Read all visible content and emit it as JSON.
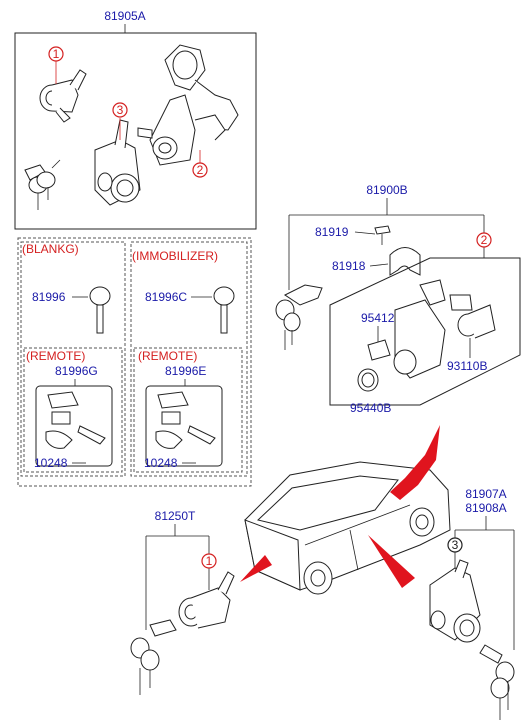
{
  "labels": {
    "top_assembly": "81905A",
    "right_assembly": "81900B",
    "part_81919": "81919",
    "part_81918": "81918",
    "part_95412": "95412",
    "part_95440B": "95440B",
    "part_93110B": "93110B",
    "blank_group": "(BLANKG)",
    "immobilizer_group": "(IMMOBILIZER)",
    "part_81996": "81996",
    "part_81996C": "81996C",
    "remote_group_left": "(REMOTE)",
    "remote_group_right": "(REMOTE)",
    "part_81996G": "81996G",
    "part_81996E": "81996E",
    "part_10248_left": "10248",
    "part_10248_right": "10248",
    "tailgate_assembly": "81250T",
    "door_assembly_1": "81907A",
    "door_assembly_2": "81908A"
  },
  "callouts": {
    "c1_top": "1",
    "c2_top": "2",
    "c3_top": "3",
    "c2_right": "2",
    "c1_tail": "1",
    "c3_door": "3"
  },
  "colors": {
    "label_blue": "#1a1aa8",
    "callout_red": "#d42020",
    "arrow_red": "#e0141e"
  }
}
